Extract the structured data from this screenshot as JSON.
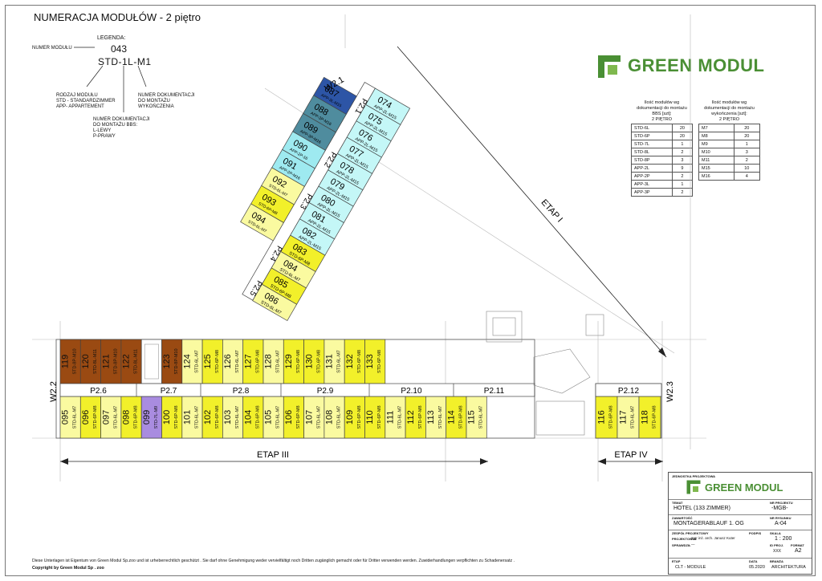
{
  "title": "NUMERACJA MODUŁÓW - 2 piętro",
  "legend": {
    "header": "LEGENDA:",
    "example_number": "043",
    "example_code": "STD-1L-M1",
    "module_number_label": "NUMER MODUŁU",
    "type_label": [
      "RODZAJ MODUŁU",
      "STD - STANDARDZIMMER",
      "APP- APPARTEMENT"
    ],
    "bbs_label": [
      "NUMER DOKUMENTACJI",
      "DO MONTAŻU BBS:",
      "L-LEWY",
      "P-PRAWY"
    ],
    "finish_label": [
      "NUMER DOKUMENTACJI",
      "DO MONTAŻU",
      "WYKOŃCZENIA"
    ]
  },
  "logo_text": "GREEN MODUL",
  "colors": {
    "yellow": "#f2f02a",
    "pale_yellow": "#fafaa0",
    "cyan": "#c4f7f7",
    "light_cyan": "#9eeaf0",
    "teal": "#4f8c9e",
    "dark_blue": "#2d55a6",
    "brown": "#9a4a12",
    "purple": "#a98ce0",
    "logo_green": "#4a8f34"
  },
  "bbs_table": {
    "header": [
      "Ilość modułów wg",
      "dokumentacji do montażu",
      "BBS [szt]:",
      "2 PIĘTRO"
    ],
    "rows": [
      [
        "STD-6L",
        "20"
      ],
      [
        "STD-6P",
        "20"
      ],
      [
        "STD-7L",
        "1"
      ],
      [
        "STD-8L",
        "2"
      ],
      [
        "STD-8P",
        "3"
      ],
      [
        "APP-2L",
        "9"
      ],
      [
        "APP-2P",
        "2"
      ],
      [
        "APP-3L",
        "1"
      ],
      [
        "APP-3P",
        "2"
      ]
    ]
  },
  "finish_table": {
    "header": [
      "Ilość modułów wg",
      "dokumentacji do montażu",
      "wykończenia [szt]:",
      "2 PIĘTRO"
    ],
    "rows": [
      [
        "M7",
        "20"
      ],
      [
        "M8",
        "20"
      ],
      [
        "M9",
        "1"
      ],
      [
        "M10",
        "3"
      ],
      [
        "M11",
        "2"
      ],
      [
        "M15",
        "10"
      ],
      [
        "M16",
        "4"
      ]
    ]
  },
  "stages": [
    "ETAP I",
    "ETAP III",
    "ETAP IV"
  ],
  "walls": [
    "W2.1",
    "W2.2",
    "W2.3"
  ],
  "wing_modules": [
    {
      "n": "074",
      "c": "APP-2L-M15",
      "col": "cyan"
    },
    {
      "n": "075",
      "c": "APP-2L-M15",
      "col": "cyan"
    },
    {
      "n": "076",
      "c": "APP-2L-M15",
      "col": "cyan"
    },
    {
      "n": "077",
      "c": "APP-2L-M15",
      "col": "cyan"
    },
    {
      "n": "078",
      "c": "APP-2L-M15",
      "col": "cyan"
    },
    {
      "n": "079",
      "c": "APP-2L-M15",
      "col": "cyan"
    },
    {
      "n": "080",
      "c": "APP-2L-M15",
      "col": "cyan"
    },
    {
      "n": "081",
      "c": "APP-2L-M15",
      "col": "cyan"
    },
    {
      "n": "082",
      "c": "APP-2L-M15",
      "col": "cyan"
    },
    {
      "n": "083",
      "c": "STD-6P-M8",
      "col": "yellow"
    },
    {
      "n": "084",
      "c": "STD-6L-M7",
      "col": "pale_yellow"
    },
    {
      "n": "085",
      "c": "STD-6P-M8",
      "col": "yellow"
    },
    {
      "n": "086",
      "c": "STD-6L-M7",
      "col": "pale_yellow"
    }
  ],
  "wing_inner_modules": [
    {
      "n": "087",
      "c": "APP-3L-M15",
      "col": "dark_blue"
    },
    {
      "n": "088",
      "c": "APP-3P-M16",
      "col": "teal"
    },
    {
      "n": "089",
      "c": "APP-3P-M16",
      "col": "teal"
    },
    {
      "n": "090",
      "c": "APP-2P-16",
      "col": "light_cyan"
    },
    {
      "n": "091",
      "c": "APP-2P-M16",
      "col": "light_cyan"
    },
    {
      "n": "092",
      "c": "STD-6L-M7",
      "col": "pale_yellow"
    },
    {
      "n": "093",
      "c": "STD-6P-M8",
      "col": "yellow"
    },
    {
      "n": "094",
      "c": "STD-6L-M7",
      "col": "pale_yellow"
    }
  ],
  "wing_corridors": [
    "P2.1",
    "P2.2",
    "P2.3",
    "P2.4",
    "P2.5"
  ],
  "top_modules": [
    {
      "n": "119",
      "c": "STD-8P-M10",
      "col": "brown"
    },
    {
      "n": "120",
      "c": "STD-8L-M11",
      "col": "brown"
    },
    {
      "n": "121",
      "c": "STD-8P-M10",
      "col": "brown"
    },
    {
      "n": "122",
      "c": "STD-8L-M11",
      "col": "brown"
    },
    {
      "n": "",
      "c": "",
      "col": "none"
    },
    {
      "n": "123",
      "c": "STD-8P-M10",
      "col": "brown"
    },
    {
      "n": "124",
      "c": "STD-6L-M7",
      "col": "pale_yellow"
    },
    {
      "n": "125",
      "c": "STD-6P-M8",
      "col": "yellow"
    },
    {
      "n": "126",
      "c": "STD-6L-M7",
      "col": "pale_yellow"
    },
    {
      "n": "127",
      "c": "STD-6P-M8",
      "col": "yellow"
    },
    {
      "n": "128",
      "c": "STD-6L-M7",
      "col": "pale_yellow"
    },
    {
      "n": "129",
      "c": "STD-6P-M8",
      "col": "yellow"
    },
    {
      "n": "130",
      "c": "STD-6P-M8",
      "col": "yellow"
    },
    {
      "n": "131",
      "c": "STD-6L-M7",
      "col": "pale_yellow"
    },
    {
      "n": "132",
      "c": "STD-6P-M8",
      "col": "yellow"
    },
    {
      "n": "133",
      "c": "STD-6P-M8",
      "col": "yellow"
    }
  ],
  "corridors": [
    "P2.6",
    "P2.7",
    "P2.8",
    "P2.9",
    "P2.10",
    "P2.11",
    "P2.12"
  ],
  "bottom_modules": [
    {
      "n": "095",
      "c": "STD-6L-M7",
      "col": "pale_yellow"
    },
    {
      "n": "096",
      "c": "STD-6P-M8",
      "col": "yellow"
    },
    {
      "n": "097",
      "c": "STD-6L-M7",
      "col": "pale_yellow"
    },
    {
      "n": "098",
      "c": "STD-6P-M8",
      "col": "yellow"
    },
    {
      "n": "099",
      "c": "STD-7L-M9",
      "col": "purple"
    },
    {
      "n": "100",
      "c": "STD-6P-M8",
      "col": "yellow"
    },
    {
      "n": "101",
      "c": "STD-6L-M7",
      "col": "pale_yellow"
    },
    {
      "n": "102",
      "c": "STD-6P-M8",
      "col": "yellow"
    },
    {
      "n": "103",
      "c": "STD-6L-M7",
      "col": "pale_yellow"
    },
    {
      "n": "104",
      "c": "STD-6P-M8",
      "col": "yellow"
    },
    {
      "n": "105",
      "c": "STD-6L-M7",
      "col": "pale_yellow"
    },
    {
      "n": "106",
      "c": "STD-6P-M8",
      "col": "yellow"
    },
    {
      "n": "107",
      "c": "STD-6L-M7",
      "col": "pale_yellow"
    },
    {
      "n": "108",
      "c": "STD-6L-M7",
      "col": "pale_yellow"
    },
    {
      "n": "109",
      "c": "STD-6P-M8",
      "col": "yellow"
    },
    {
      "n": "110",
      "c": "STD-6P-M8",
      "col": "yellow"
    },
    {
      "n": "111",
      "c": "STD-6L-M7",
      "col": "pale_yellow"
    },
    {
      "n": "112",
      "c": "STD-6P-M8",
      "col": "yellow"
    },
    {
      "n": "113",
      "c": "STD-6L-M7",
      "col": "pale_yellow"
    },
    {
      "n": "114",
      "c": "STD-6P-M8",
      "col": "yellow"
    },
    {
      "n": "115",
      "c": "STD-6L-M7",
      "col": "pale_yellow"
    },
    {
      "n": "116",
      "c": "STD-6P-M8",
      "col": "yellow"
    },
    {
      "n": "117",
      "c": "STD-6L-M7",
      "col": "pale_yellow"
    },
    {
      "n": "118",
      "c": "STD-6P-M8",
      "col": "yellow"
    }
  ],
  "title_block": {
    "unit_label": "JEDNOSTKA PROJEKTOWA",
    "subject_label": "TEMAT",
    "subject": "HOTEL (133 ZIMMER)",
    "project_no_label": "NR PROJEKTU",
    "project_no": "-MGB-",
    "content_label": "ZAWARTOŚĆ",
    "content": "MONTAGERABLAUF 1. OG",
    "drawing_no_label": "NR RYSUNKU",
    "drawing_no": "A-04",
    "team_label": "ZESPÓŁ PROJEKTOWY",
    "signature_label": "PODPIS",
    "scale_label": "SKALA",
    "scale": "1 : 200",
    "designer_role": "PROJEKTOWAŁ",
    "designer": "mgr inż. arch. Janusz Kuter",
    "checked_role": "SPRAWDZIŁ",
    "checked": "—",
    "id_label": "ID PROJ.",
    "id_value": "XXX",
    "format_label": "FORMAT",
    "format": "A2",
    "stage_label": "ETAP",
    "stage": "CLT - MODULE",
    "date_label": "DATA",
    "date": "05.2020",
    "branch_label": "BRANŻA",
    "branch": "ARCHITEKTURA"
  },
  "footer": "Diese Unterlagen ist Eigentum von Green Modul Sp.zoo und ist urheberrechtlich geschützt . Sie darf ohne Genehmigung weder vervielfältigt noch Dritten zugänglich gemacht oder für Dritter verwenden werden.  Zuwiderhandlungen verpflichten zu Schadenersatz .",
  "copyright": "Copyright by Green Modul Sp . zoo"
}
